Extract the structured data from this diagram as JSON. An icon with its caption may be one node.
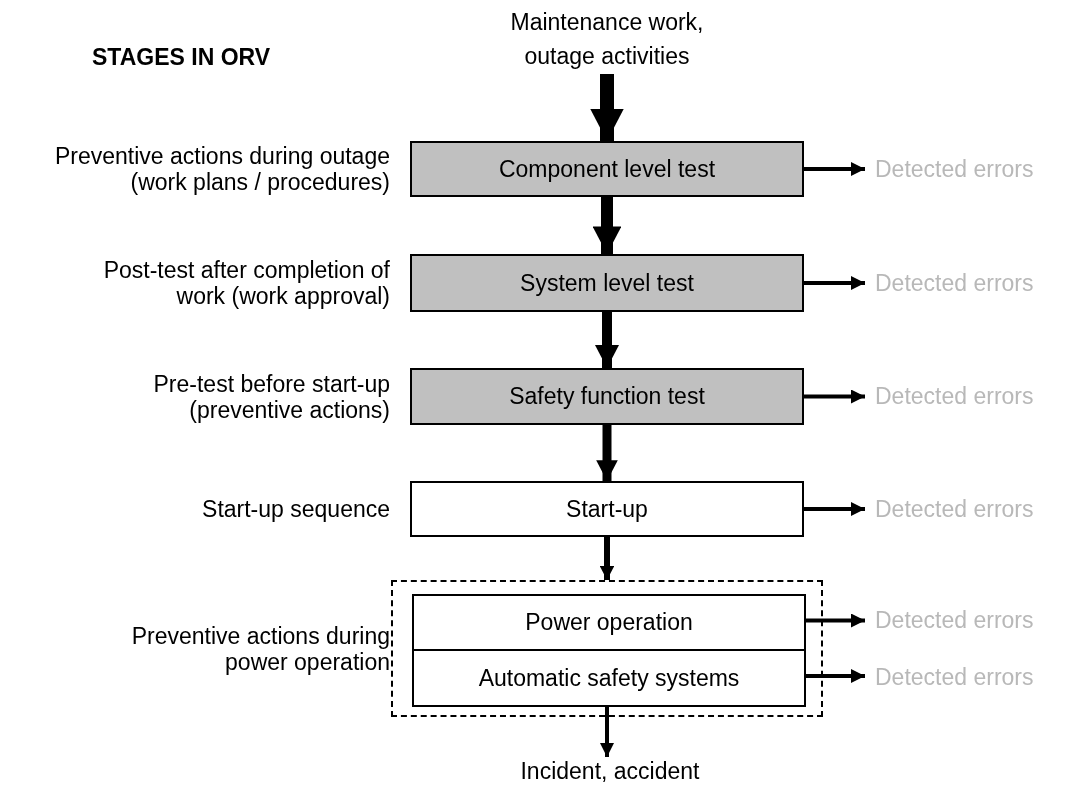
{
  "diagram": {
    "title": "STAGES IN ORV",
    "nodes": [
      {
        "text": [
          "Maintenance work, outage activities"
        ]
      },
      {
        "text": [
          "Component level test"
        ],
        "beside": [
          "Preventive actions during outage (work plans / procedures)"
        ]
      },
      {
        "text": [
          "System level test"
        ],
        "beside": [
          "Post-test after completion of work (work approval)"
        ]
      },
      {
        "text": [
          "Safety function test"
        ],
        "beside": [
          "Pre-test before start-up (preventive actions)"
        ]
      },
      {
        "text": [
          "Start-up"
        ],
        "beside": [
          "Start-up sequence"
        ]
      },
      {
        "text": [],
        "shape": "box",
        "beside": [
          "Preventive actions during power operation"
        ]
      },
      {
        "text": [
          "Power operation"
        ],
        "in": 5
      },
      {
        "text": [
          "Automatic safety systems"
        ],
        "in": 5
      },
      {
        "text": [
          "Incident, accident"
        ]
      },
      {
        "text": [
          "Detected errors"
        ]
      },
      {
        "text": [
          "Detected errors"
        ]
      },
      {
        "text": [
          "Detected errors"
        ]
      },
      {
        "text": [
          "Detected errors"
        ]
      },
      {
        "text": [
          "Detected errors"
        ]
      },
      {
        "text": [
          "Detected errors"
        ]
      }
    ],
    "edges": [
      {
        "from": 0,
        "to": 1,
        "arrow": "to",
        "style": "thick"
      },
      {
        "from": 1,
        "to": 2,
        "arrow": "to",
        "style": "thick"
      },
      {
        "from": 2,
        "to": 3,
        "arrow": "to",
        "style": "thick"
      },
      {
        "from": 3,
        "to": 4,
        "arrow": "to",
        "style": "thick"
      },
      {
        "from": 4,
        "to": 5,
        "arrow": "to"
      },
      {
        "from": 7,
        "to": 8,
        "arrow": "to"
      },
      {
        "from": 1,
        "to": 9,
        "arrow": "to"
      },
      {
        "from": 2,
        "to": 10,
        "arrow": "to"
      },
      {
        "from": 3,
        "to": 11,
        "arrow": "to"
      },
      {
        "from": 4,
        "to": 12,
        "arrow": "to"
      },
      {
        "from": 6,
        "to": 13,
        "arrow": "to"
      },
      {
        "from": 7,
        "to": 14,
        "arrow": "to"
      }
    ]
  }
}
